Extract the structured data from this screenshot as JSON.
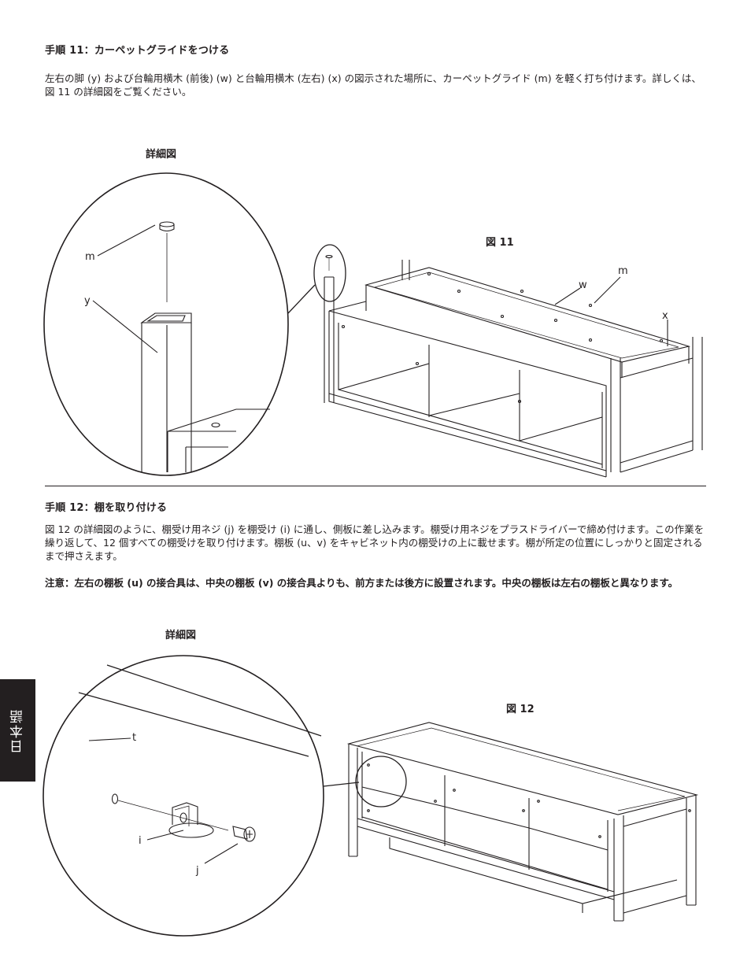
{
  "step11": {
    "heading": "手順 11：カーペットグライドをつける",
    "body": "左右の脚 (y) および台輪用横木 (前後) (w) と台輪用横木 (左右) (x) の図示された場所に、カーペットグライド (m) を軽く打ち付けます。詳しくは、図 11 の詳細図をご覧ください。",
    "detail_label": "詳細図",
    "figure_label": "図 11",
    "callouts": {
      "m_detail": "m",
      "y": "y",
      "w": "w",
      "m": "m",
      "x": "x"
    }
  },
  "step12": {
    "heading": "手順 12：棚を取り付ける",
    "body": "図 12 の詳細図のように、棚受け用ネジ (j) を棚受け (i) に通し、側板に差し込みます。棚受け用ネジをプラスドライバーで締め付けます。この作業を繰り返して、12 個すべての棚受けを取り付けます。棚板 (u、v) をキャビネット内の棚受けの上に載せます。棚が所定の位置にしっかりと固定されるまで押さえます。",
    "note": "注意：左右の棚板 (u) の接合具は、中央の棚板 (v) の接合具よりも、前方または後方に設置されます。中央の棚板は左右の棚板と異なります。",
    "detail_label": "詳細図",
    "figure_label": "図 12",
    "callouts": {
      "t": "t",
      "i": "i",
      "j": "j"
    }
  },
  "side_tab": {
    "label": "日本語"
  }
}
